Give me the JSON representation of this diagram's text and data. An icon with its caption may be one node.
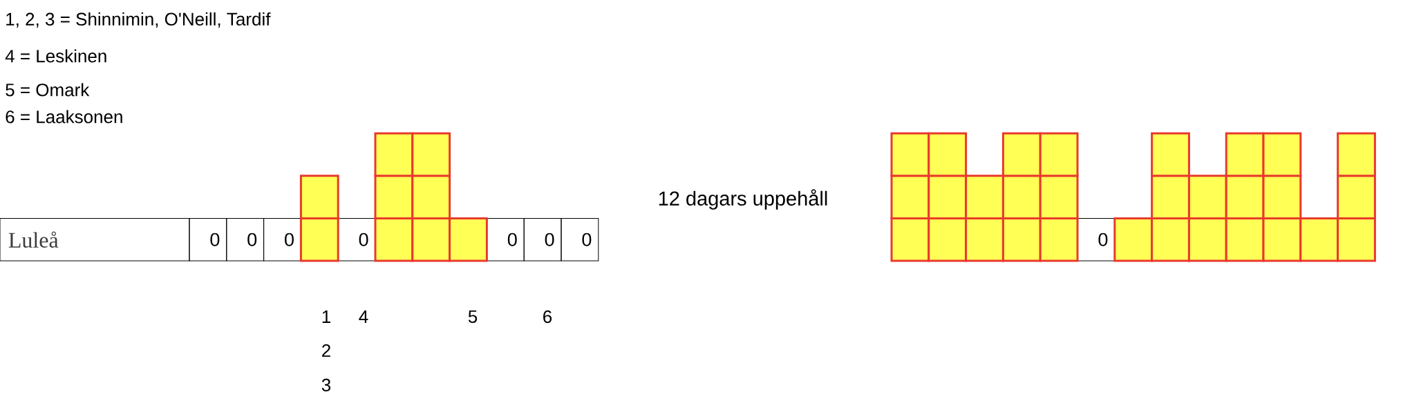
{
  "diagram": {
    "labels": [
      "1, 2, 3 = Shinnimin, O'Neill, Tardif",
      "4 = Leskinen",
      "5 = Omark",
      "6 = Laaksonen",
      "12 dagars uppehåll",
      "Luleå",
      "0",
      "0",
      "0",
      "0",
      "0",
      "0",
      "0",
      "0",
      "1",
      "4",
      "5",
      "6",
      "2",
      "3"
    ]
  }
}
